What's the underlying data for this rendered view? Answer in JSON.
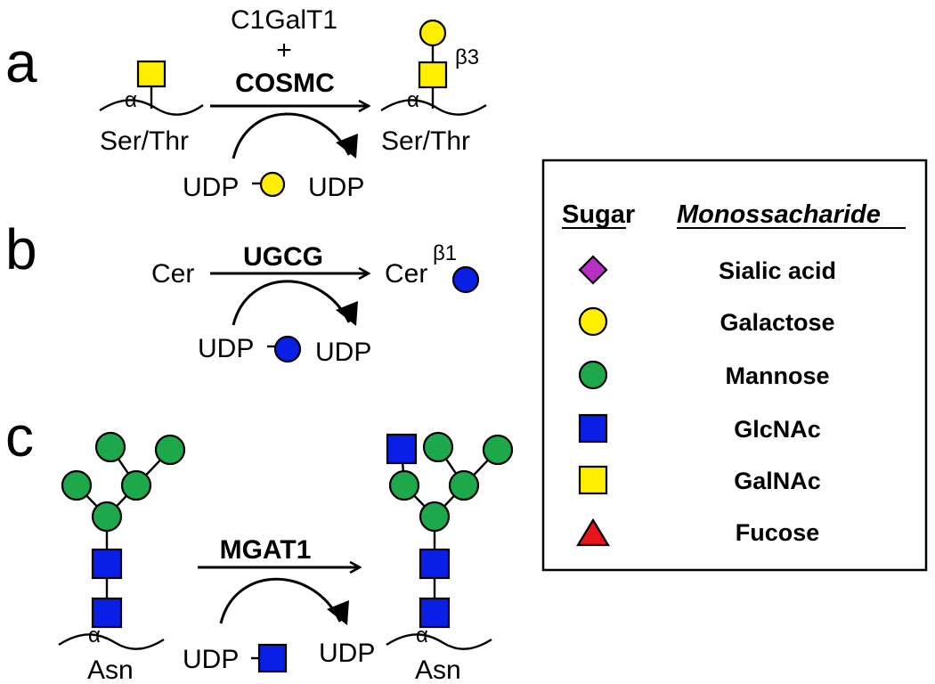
{
  "colors": {
    "sialic_acid": "#b82fc4",
    "galactose": "#ffee00",
    "mannose": "#1ca84b",
    "glcnac": "#0a1fe6",
    "galnac": "#ffee00",
    "fucose": "#e8141c"
  },
  "panels": {
    "a": {
      "letter": "a",
      "enzyme_top": "C1GalT1",
      "plus": "+",
      "enzyme_bold": "COSMC",
      "substrate_label": "Ser/Thr",
      "product_label": "Ser/Thr",
      "alpha_left": "α",
      "alpha_right": "α",
      "beta": "β3",
      "donor": "UDP",
      "released": "UDP"
    },
    "b": {
      "letter": "b",
      "enzyme": "UGCG",
      "substrate": "Cer",
      "product": "Cer",
      "beta": "β1",
      "donor": "UDP",
      "released": "UDP"
    },
    "c": {
      "letter": "c",
      "enzyme": "MGAT1",
      "substrate_label": "Asn",
      "product_label": "Asn",
      "alpha_left": "α",
      "alpha_right": "α",
      "donor": "UDP",
      "released": "UDP"
    }
  },
  "legend": {
    "header_sugar": "Sugar",
    "header_mono": "Monossacharide",
    "items": [
      {
        "icon": "diamond-icon",
        "name": "Sialic acid"
      },
      {
        "icon": "circle-icon",
        "name": "Galactose"
      },
      {
        "icon": "circle-icon",
        "name": "Mannose"
      },
      {
        "icon": "square-icon",
        "name": "GlcNAc"
      },
      {
        "icon": "square-icon",
        "name": "GalNAc"
      },
      {
        "icon": "triangle-icon",
        "name": "Fucose"
      }
    ]
  }
}
